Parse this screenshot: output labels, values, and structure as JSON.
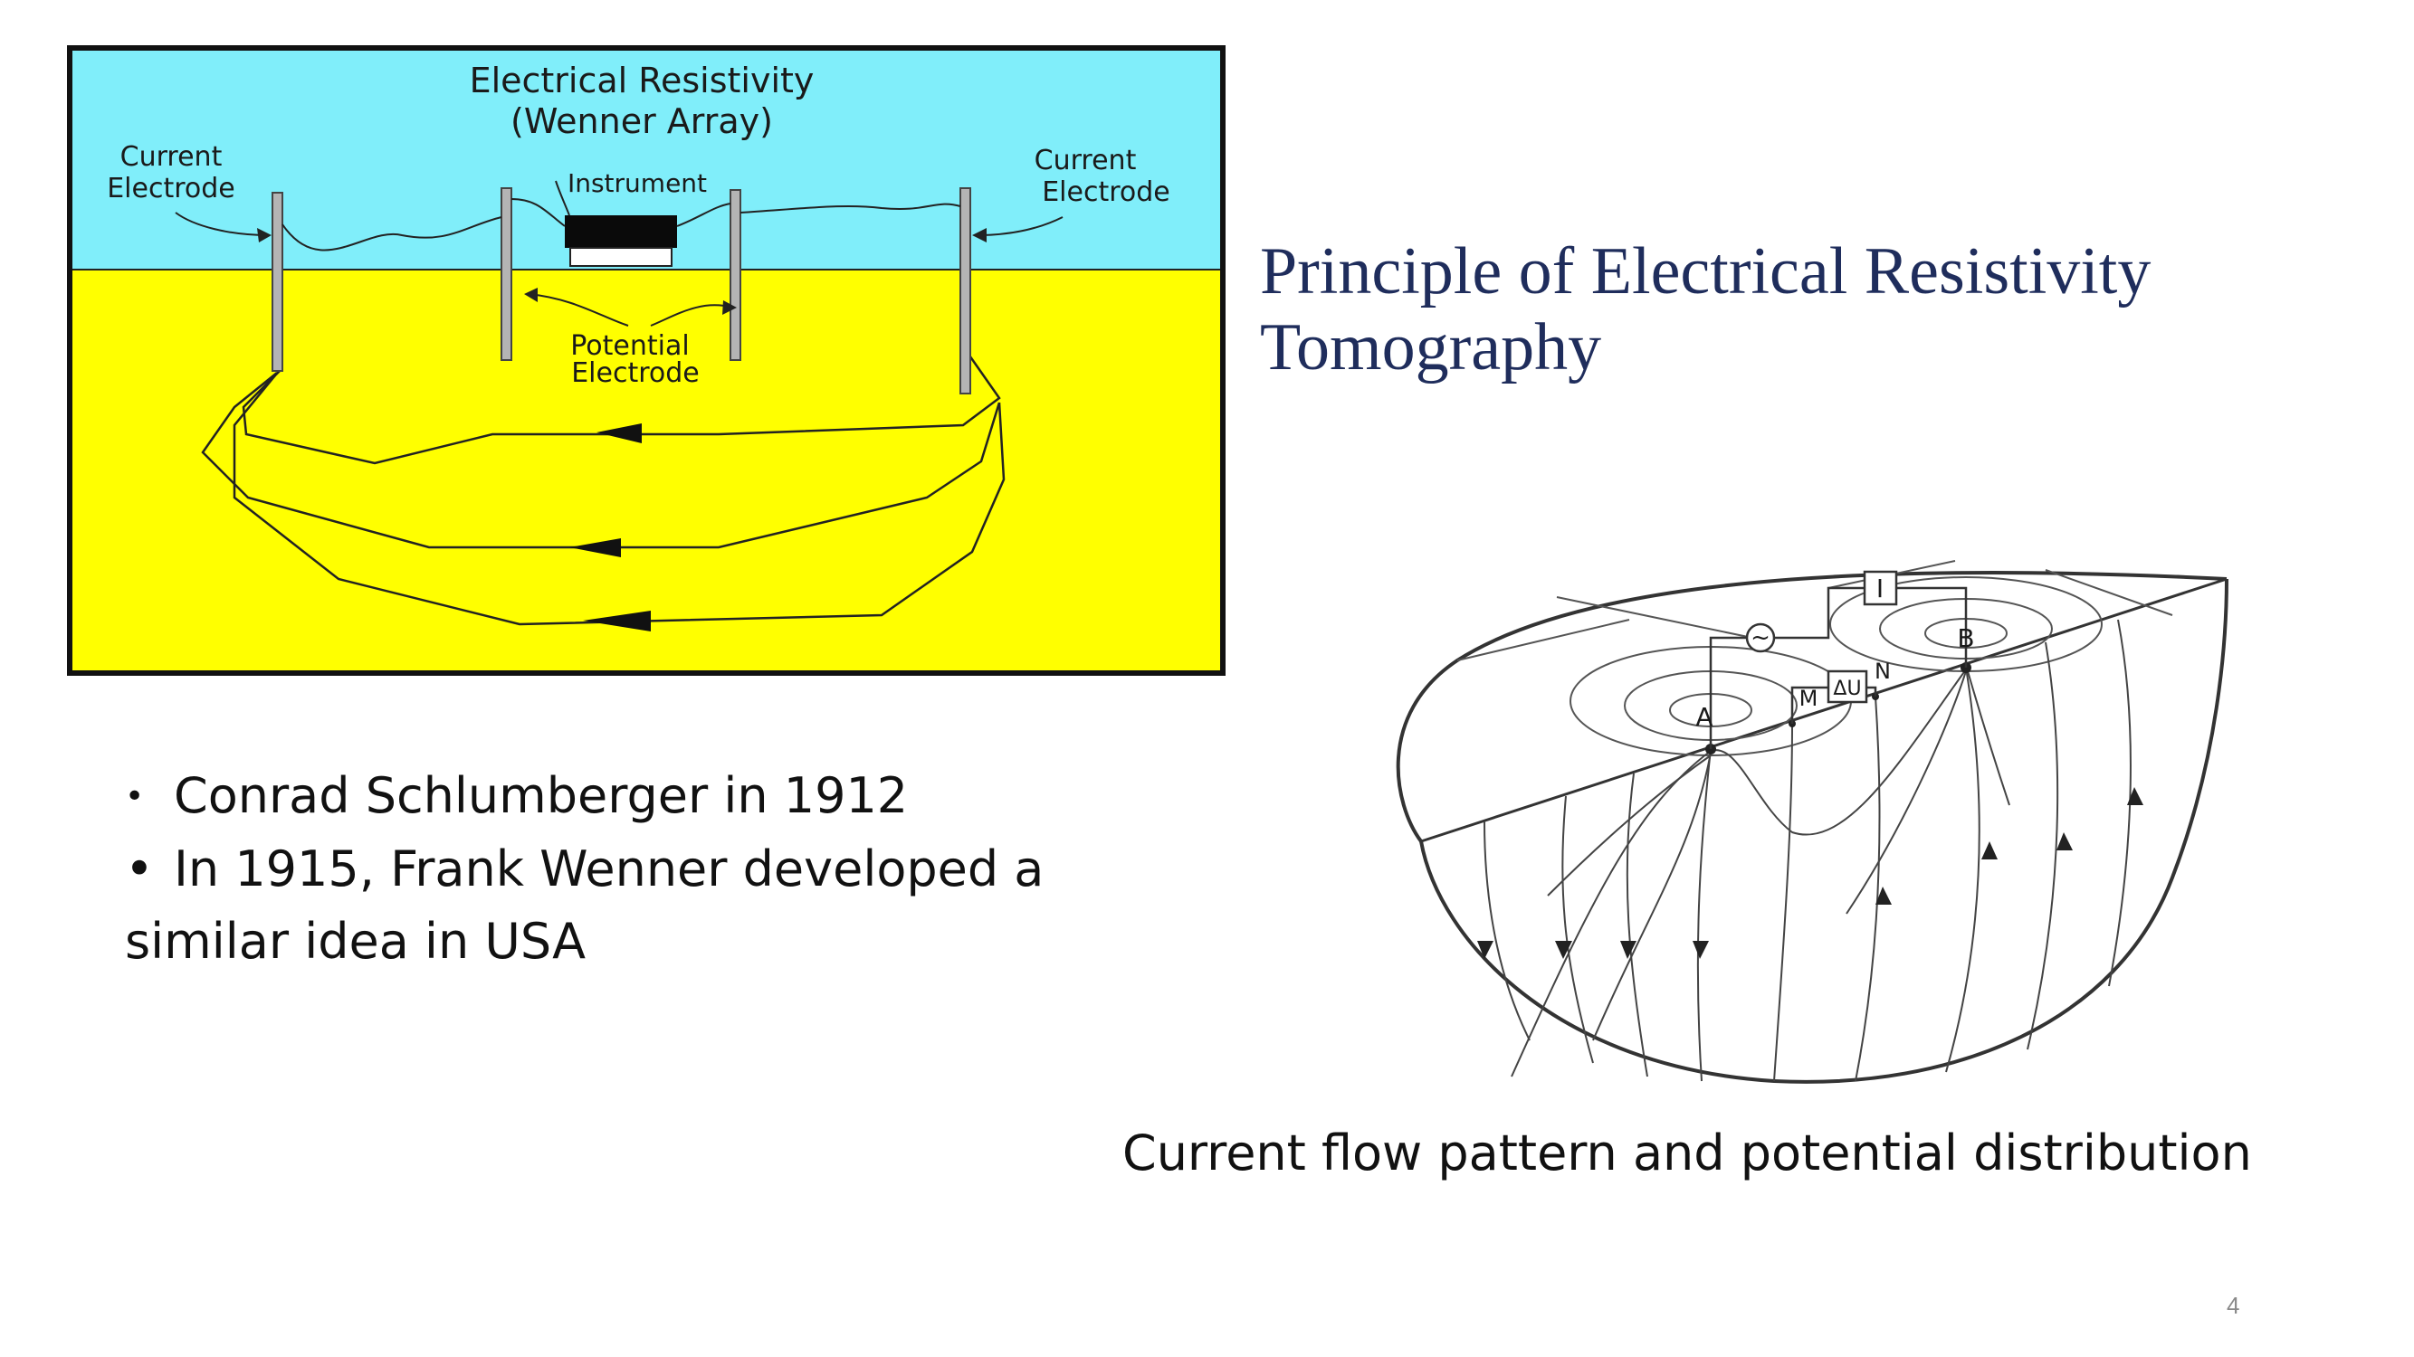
{
  "wenner_diagram": {
    "title_line1": "Electrical Resistivity",
    "title_line2": "(Wenner Array)",
    "left_current_line1": "Current",
    "left_current_line2": "Electrode",
    "right_current_line1": "Current",
    "right_current_line2": "Electrode",
    "instrument_label": "Instrument",
    "potential_line1": "Potential",
    "potential_line2": "Electrode",
    "colors": {
      "sky": "#80eefa",
      "ground": "#ffff00",
      "frame": "#111111"
    }
  },
  "slide": {
    "title_line1": "Principle of Electrical Resistivity",
    "title_line2": "Tomography",
    "bullets": [
      {
        "text": "Conrad Schlumberger in 1912"
      },
      {
        "text": "In 1915, Frank Wenner developed a",
        "continuation": "similar idea in USA"
      }
    ],
    "caption": "Current flow pattern and potential distribution",
    "page_number": "4",
    "title_color": "#1f2d5c"
  },
  "hemisphere_diagram": {
    "source_symbol": "~",
    "current_symbol": "I",
    "voltage_symbol": "ΔU",
    "electrode_a": "A",
    "electrode_b": "B",
    "electrode_m": "M",
    "electrode_n": "N"
  }
}
